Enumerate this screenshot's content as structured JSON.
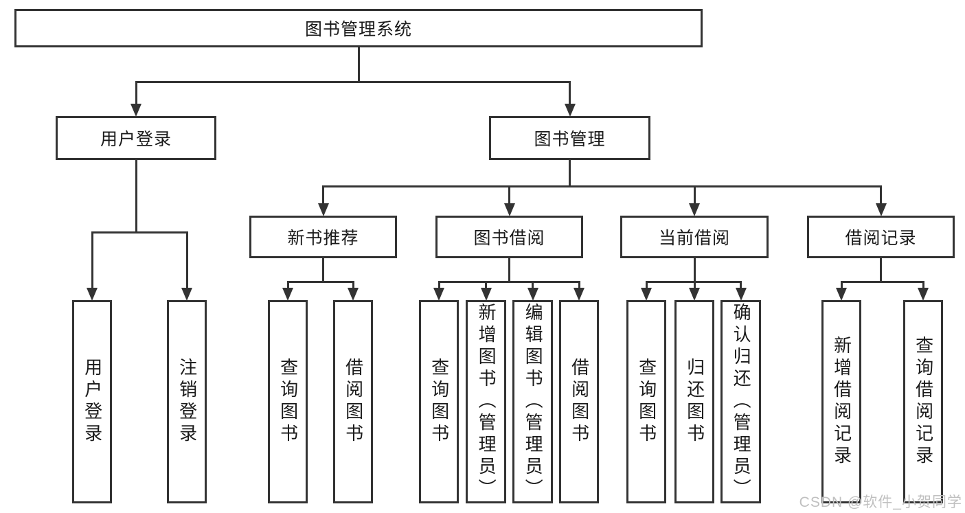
{
  "diagram": {
    "title": "图书管理系统",
    "type": "hierarchy-tree",
    "colors": {
      "line": "#333333",
      "text": "#1a1a1a",
      "background": "#ffffff",
      "watermark": "#c0c0c0"
    },
    "watermark": "CSDN @软件_小贺同学",
    "nodes": [
      {
        "id": "root",
        "label": "图书管理系统",
        "parent": null
      },
      {
        "id": "user-login",
        "label": "用户登录",
        "parent": "root"
      },
      {
        "id": "book-mgmt",
        "label": "图书管理",
        "parent": "root"
      },
      {
        "id": "login",
        "label": "用户登录",
        "parent": "user-login"
      },
      {
        "id": "logout",
        "label": "注销登录",
        "parent": "user-login"
      },
      {
        "id": "new-book-rec",
        "label": "新书推荐",
        "parent": "book-mgmt"
      },
      {
        "id": "book-borrow",
        "label": "图书借阅",
        "parent": "book-mgmt"
      },
      {
        "id": "current-borrow",
        "label": "当前借阅",
        "parent": "book-mgmt"
      },
      {
        "id": "borrow-records",
        "label": "借阅记录",
        "parent": "book-mgmt"
      },
      {
        "id": "rec-query-book",
        "label": "查询图书",
        "parent": "new-book-rec"
      },
      {
        "id": "rec-borrow-book",
        "label": "借阅图书",
        "parent": "new-book-rec"
      },
      {
        "id": "bb-query-book",
        "label": "查询图书",
        "parent": "book-borrow"
      },
      {
        "id": "bb-add-book",
        "label": "新增图书（管理员）",
        "parent": "book-borrow"
      },
      {
        "id": "bb-edit-book",
        "label": "编辑图书（管理员）",
        "parent": "book-borrow"
      },
      {
        "id": "bb-borrow-book",
        "label": "借阅图书",
        "parent": "book-borrow"
      },
      {
        "id": "cb-query-book",
        "label": "查询图书",
        "parent": "current-borrow"
      },
      {
        "id": "cb-return-book",
        "label": "归还图书",
        "parent": "current-borrow"
      },
      {
        "id": "cb-confirm-return",
        "label": "确认归还（管理员）",
        "parent": "current-borrow"
      },
      {
        "id": "br-add-record",
        "label": "新增借阅记录",
        "parent": "borrow-records"
      },
      {
        "id": "br-query-record",
        "label": "查询借阅记录",
        "parent": "borrow-records"
      }
    ]
  }
}
